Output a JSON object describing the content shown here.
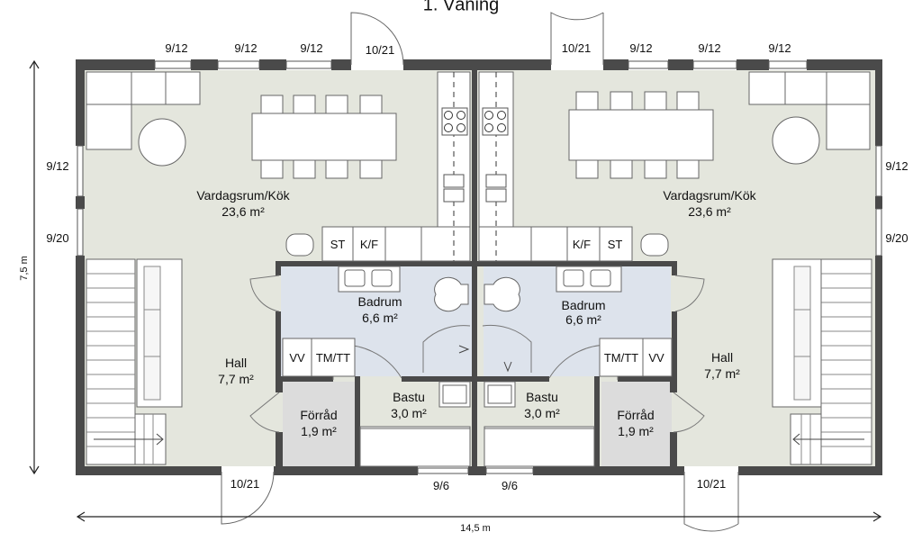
{
  "title": "1. Våning",
  "dimensions": {
    "width": "14,5 m",
    "height": "7,5 m"
  },
  "rooms": [
    {
      "name": "Vardagsrum/Kök",
      "area": "23,6 m²"
    },
    {
      "name": "Vardagsrum/Kök",
      "area": "23,6 m²"
    },
    {
      "name": "Badrum",
      "area": "6,6 m²"
    },
    {
      "name": "Badrum",
      "area": "6,6 m²"
    },
    {
      "name": "Hall",
      "area": "7,7 m²"
    },
    {
      "name": "Hall",
      "area": "7,7 m²"
    },
    {
      "name": "Förråd",
      "area": "1,9 m²"
    },
    {
      "name": "Förråd",
      "area": "1,9 m²"
    },
    {
      "name": "Bastu",
      "area": "3,0 m²"
    },
    {
      "name": "Bastu",
      "area": "3,0 m²"
    }
  ],
  "openings": {
    "top_left": [
      "9/12",
      "9/12",
      "9/12",
      "10/21"
    ],
    "top_right": [
      "10/21",
      "9/12",
      "9/12",
      "9/12"
    ],
    "left_side": [
      "9/12",
      "9/20"
    ],
    "right_side": [
      "9/12",
      "9/20"
    ],
    "bottom": [
      "10/21",
      "9/6",
      "9/6",
      "10/21"
    ]
  },
  "fixtures": {
    "left": [
      "ST",
      "K/F",
      "VV",
      "TM/TT"
    ],
    "right": [
      "K/F",
      "ST",
      "TM/TT",
      "VV"
    ]
  },
  "colors": {
    "wall": "#4a4a4a",
    "living": "#e4e6dd",
    "bath": "#dde3ec",
    "storage": "#dcdcdc",
    "furniture": "#ffffff"
  }
}
